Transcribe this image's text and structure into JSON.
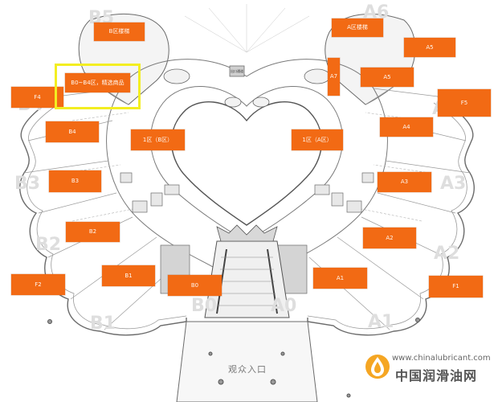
{
  "zones": {
    "b3_stairs": "B区楼梯",
    "b0_b4_zone": "B0~B4区，精选商品",
    "a_stairs": "A区楼梯",
    "a5_upper": "A5",
    "a7": "A7",
    "a5": "A5",
    "f5": "F5",
    "a4": "A4",
    "f4": "F4",
    "b4": "B4",
    "b_inner": "1区（B区）",
    "a_inner": "1区（A区）",
    "b3": "B3",
    "a3": "A3",
    "b2": "B2",
    "a2": "A2",
    "b1": "B1",
    "b0": "B0",
    "a1": "A1",
    "f2": "F2",
    "f1": "F1",
    "center_sign": "出口通道"
  },
  "letters": {
    "b4": "B4",
    "b3": "B3",
    "b2": "B2",
    "b1": "B1",
    "b0": "B0",
    "a0": "A0",
    "a1": "A1",
    "a2": "A2",
    "a3": "A3",
    "a4": "A4",
    "b5": "B5",
    "a6": "A6"
  },
  "entrance": "观众入口",
  "watermark": {
    "url": "www.chinalubricant.com",
    "brand": "中国润滑油网"
  },
  "colors": {
    "label_fill": "#f26a14",
    "highlight": "#f3ee21",
    "outline": "#6b6b6b"
  }
}
